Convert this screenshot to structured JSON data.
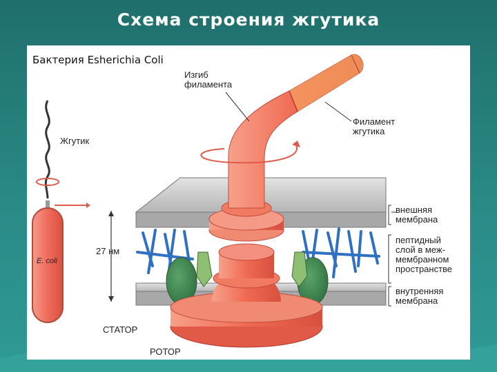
{
  "slide": {
    "title": "Схема строения жгутика"
  },
  "diagram": {
    "subtitle": "Бактерия Esherichia Coli",
    "labels": {
      "bend_line1": "Изгиб",
      "bend_line2": "филамента",
      "filament_line1": "Филамент",
      "filament_line2": "жгутика",
      "flagellum": "Жгутик",
      "size": "27 нм",
      "ecoli": "E. coli",
      "outer_line1": "внешняя",
      "outer_line2": "мембрана",
      "peptide_line1": "пептидный",
      "peptide_line2": "слой в меж-",
      "peptide_line3": "мембранном",
      "peptide_line4": "пространстве",
      "inner_line1": "внутренняя",
      "inner_line2": "мембрана",
      "stator": "СТАТОР",
      "rotor": "РОТОР"
    },
    "colors": {
      "filament": "#f07a5a",
      "filament_tip": "#f4a060",
      "membrane": "#d0d0d0",
      "peptidoglycan": "#2f6fc4",
      "stator": "#3f8a4f",
      "cell": "#f06a5a"
    }
  }
}
